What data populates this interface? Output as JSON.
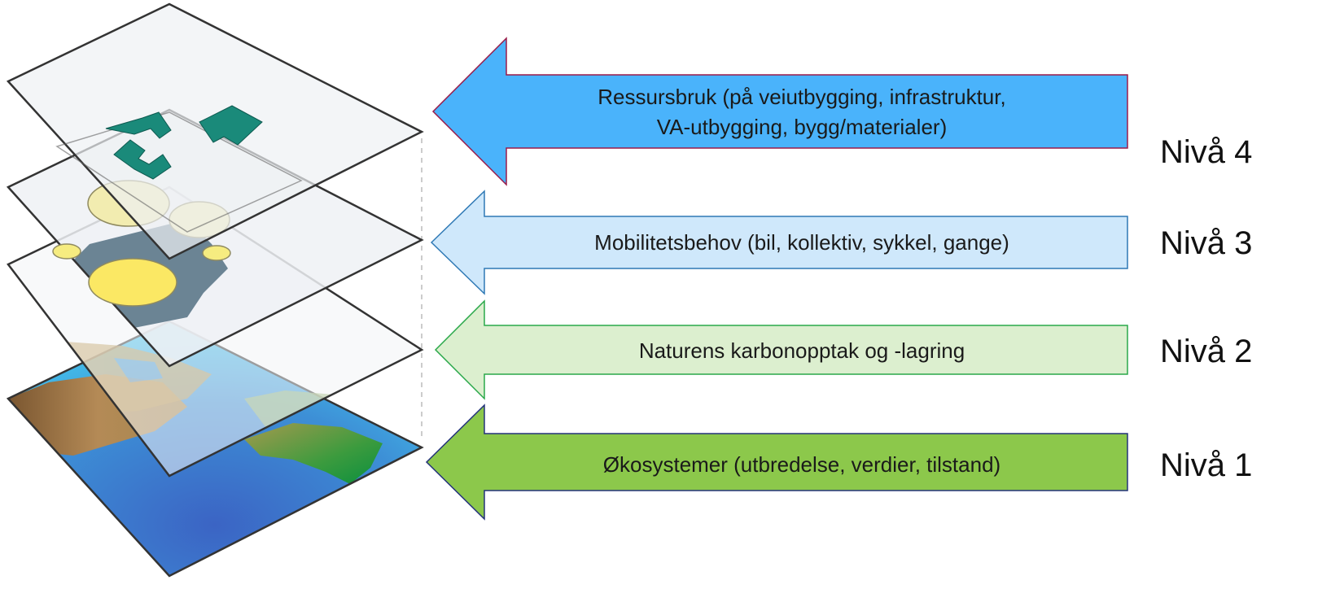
{
  "levels": [
    {
      "id": "level-4",
      "level_label": "Nivå 4",
      "arrow_lines": [
        "Ressursbruk (på veiutbygging, infrastruktur,",
        "VA-utbygging, bygg/materialer)"
      ],
      "fill": "#4ab3fb",
      "stroke": "#9a1b4a"
    },
    {
      "id": "level-3",
      "level_label": "Nivå 3",
      "arrow_lines": [
        "Mobilitetsbehov (bil, kollektiv, sykkel, gange)"
      ],
      "fill": "#cfe8fb",
      "stroke": "#2f79b5"
    },
    {
      "id": "level-2",
      "level_label": "Nivå 2",
      "arrow_lines": [
        "Naturens karbonopptak og -lagring"
      ],
      "fill": "#dcefcf",
      "stroke": "#2aa84a"
    },
    {
      "id": "level-1",
      "level_label": "Nivå 1",
      "arrow_lines": [
        "Økosystemer (utbredelse, verdier, tilstand)"
      ],
      "fill": "#8cc84b",
      "stroke": "#23327a"
    }
  ],
  "layer_stack": {
    "ocean_color": "#3da0d8",
    "land_color": "#8a6a3a",
    "grey_map_color": "#5f7a88",
    "layer_fill": "#eef2f5",
    "layer_stroke": "#333333",
    "circle_fill": "#f2e88c",
    "circle_fill_strong": "#fbe864",
    "circle_stroke": "#888866",
    "recycle_color": "#1a8a7a"
  }
}
